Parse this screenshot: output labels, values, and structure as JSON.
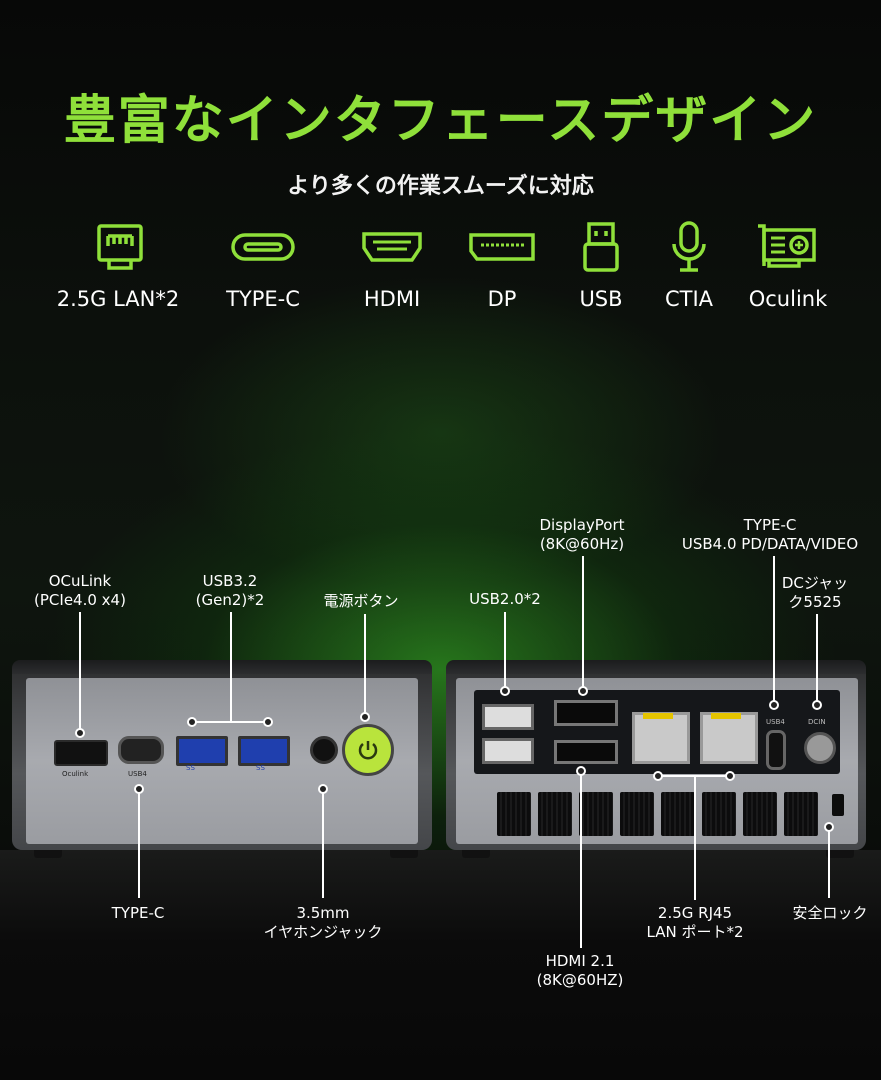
{
  "title": "豊富なインタフェースデザイン",
  "subtitle": "より多くの作業スムーズに対応",
  "icons": [
    {
      "name": "lan-icon",
      "label": "2.5G LAN*2"
    },
    {
      "name": "type-c-icon",
      "label": "TYPE-C"
    },
    {
      "name": "hdmi-icon",
      "label": "HDMI"
    },
    {
      "name": "dp-icon",
      "label": "DP"
    },
    {
      "name": "usb-icon",
      "label": "USB"
    },
    {
      "name": "microphone-icon",
      "label": "CTIA"
    },
    {
      "name": "oculink-card-icon",
      "label": "Oculink"
    }
  ],
  "callouts": {
    "oculink": [
      "OCuLink",
      "(PCIe4.0 x4)"
    ],
    "usb32": [
      "USB3.2",
      "(Gen2)*2"
    ],
    "power": [
      "電源ボタン"
    ],
    "usb20": [
      "USB2.0*2"
    ],
    "displayport": [
      "DisplayPort",
      "(8K@60Hz)"
    ],
    "typec_rear": [
      "TYPE-C",
      "USB4.0 PD/DATA/VIDEO"
    ],
    "dc": [
      "DCジャッ",
      "ク5525"
    ],
    "typec_front": [
      "TYPE-C"
    ],
    "audio": [
      "3.5mm",
      "イヤホンジャック"
    ],
    "hdmi": [
      "HDMI 2.1",
      "(8K@60HZ)"
    ],
    "lan": [
      "2.5G RJ45",
      "LAN ポート*2"
    ],
    "lock": [
      "安全ロック"
    ]
  },
  "port_marks": {
    "oculink": "Oculink",
    "usb4_front": "USB4",
    "usb3": "SS",
    "usb4_rear": "USB4",
    "dc": "DCIN"
  },
  "colors": {
    "accent": "#8fe03a",
    "power_button": "#b9e43c"
  }
}
